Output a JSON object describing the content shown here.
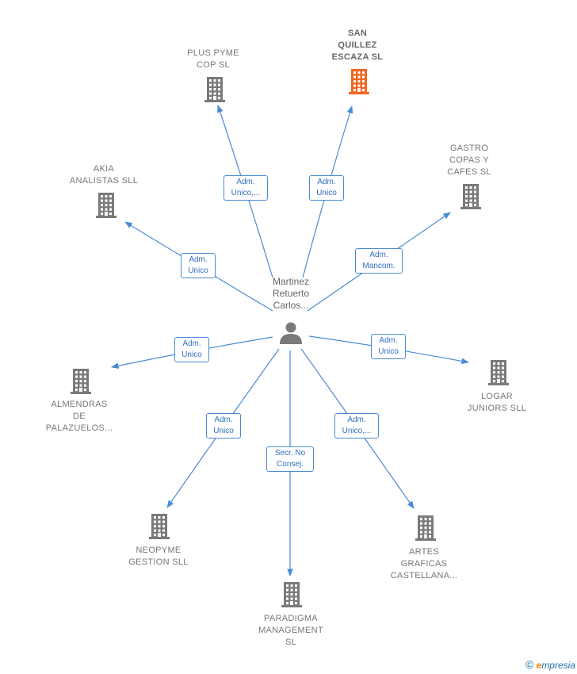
{
  "center": {
    "lines": [
      "Martinez",
      "Retuerto",
      "Carlos..."
    ]
  },
  "companies": [
    {
      "id": "plus-pyme",
      "lines": [
        "PLUS PYME",
        "COP  SL"
      ],
      "highlight": false
    },
    {
      "id": "san-quillez",
      "lines": [
        "SAN",
        "QUILLEZ",
        "ESCAZA  SL"
      ],
      "highlight": true
    },
    {
      "id": "gastro-copas",
      "lines": [
        "GASTRO",
        "COPAS Y",
        "CAFES  SL"
      ],
      "highlight": false
    },
    {
      "id": "akia",
      "lines": [
        "AKIA",
        "ANALISTAS SLL"
      ],
      "highlight": false
    },
    {
      "id": "almendras",
      "lines": [
        "ALMENDRAS",
        "DE",
        "PALAZUELOS..."
      ],
      "highlight": false
    },
    {
      "id": "logar",
      "lines": [
        "LOGAR",
        "JUNIORS  SLL"
      ],
      "highlight": false
    },
    {
      "id": "neopyme",
      "lines": [
        "NEOPYME",
        "GESTION SLL"
      ],
      "highlight": false
    },
    {
      "id": "paradigma",
      "lines": [
        "PARADIGMA",
        "MANAGEMENT",
        "SL"
      ],
      "highlight": false
    },
    {
      "id": "artes",
      "lines": [
        "ARTES",
        "GRAFICAS",
        "CASTELLANA..."
      ],
      "highlight": false
    }
  ],
  "relations": [
    {
      "to": "plus-pyme",
      "lines": [
        "Adm.",
        "Unico,..."
      ]
    },
    {
      "to": "san-quillez",
      "lines": [
        "Adm.",
        "Unico"
      ]
    },
    {
      "to": "gastro-copas",
      "lines": [
        "Adm.",
        "Mancom."
      ]
    },
    {
      "to": "akia",
      "lines": [
        "Adm.",
        "Unico"
      ]
    },
    {
      "to": "almendras",
      "lines": [
        "Adm.",
        "Unico"
      ]
    },
    {
      "to": "logar",
      "lines": [
        "Adm.",
        "Unico"
      ]
    },
    {
      "to": "neopyme",
      "lines": [
        "Adm.",
        "Unico"
      ]
    },
    {
      "to": "paradigma",
      "lines": [
        "Secr.  No",
        "Consej."
      ]
    },
    {
      "to": "artes",
      "lines": [
        "Adm.",
        "Unico,..."
      ]
    }
  ],
  "colors": {
    "edge": "#4a8ad4",
    "icon": "#7a7a7a",
    "highlight": "#f26522",
    "person": "#7a7a7a"
  },
  "icons": {
    "company": "building-icon",
    "person": "person-icon"
  },
  "footer": {
    "copyright": "©",
    "brand_initial": "e",
    "brand_rest": "mpresia"
  }
}
